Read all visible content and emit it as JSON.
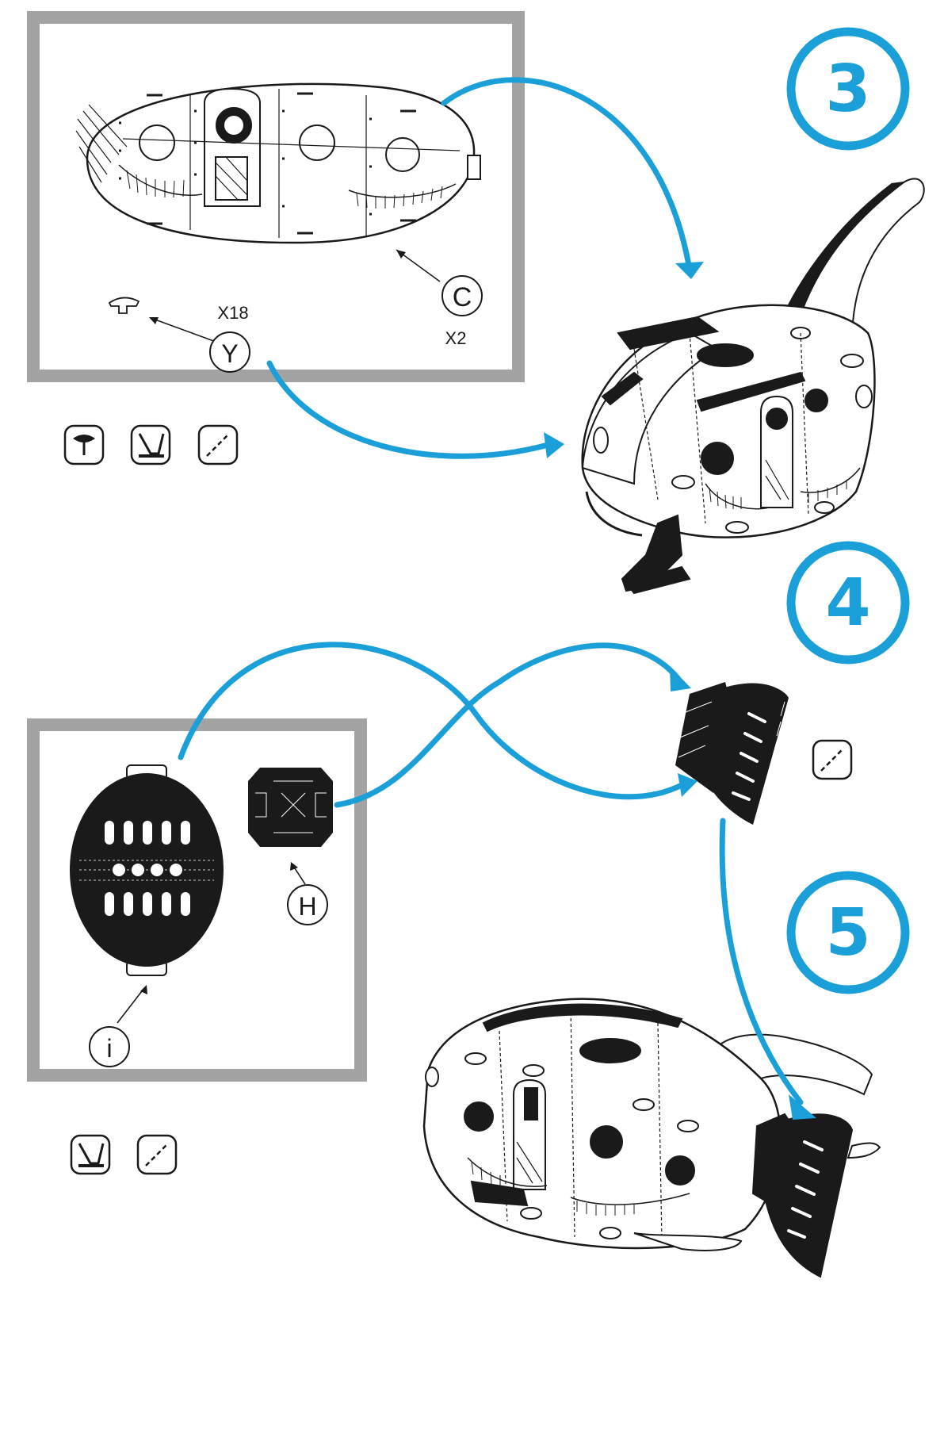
{
  "colors": {
    "accent": "#1a9fd9",
    "frame": "#a3a3a3",
    "ink": "#1a1a1a",
    "paper": "#ffffff"
  },
  "steps": [
    {
      "number": "3"
    },
    {
      "number": "4"
    },
    {
      "number": "5"
    }
  ],
  "panel_top": {
    "part_c": {
      "letter": "C",
      "quantity": "X2"
    },
    "part_y": {
      "letter": "Y",
      "quantity": "X18"
    }
  },
  "panel_bottom": {
    "part_h": {
      "letter": "H"
    },
    "part_i": {
      "letter": "i"
    }
  },
  "tool_icons_step3": [
    "peg-icon",
    "fold-icon",
    "cut-icon"
  ],
  "tool_icons_step4": [
    "cut-icon"
  ],
  "tool_icons_step5": [
    "fold-icon",
    "cut-icon"
  ]
}
